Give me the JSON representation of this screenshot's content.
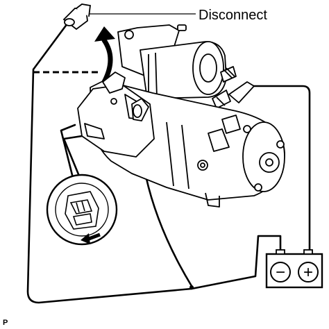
{
  "callout": {
    "disconnect_label": "Disconnect"
  },
  "battery": {
    "negative_symbol": "−",
    "positive_symbol": "+"
  },
  "footer": {
    "code_letter": "P"
  },
  "colors": {
    "line": "#000000",
    "background": "#ffffff"
  },
  "icons": [
    "starter-motor",
    "battery",
    "connector-plug",
    "detail-magnifier",
    "curved-arrow"
  ]
}
